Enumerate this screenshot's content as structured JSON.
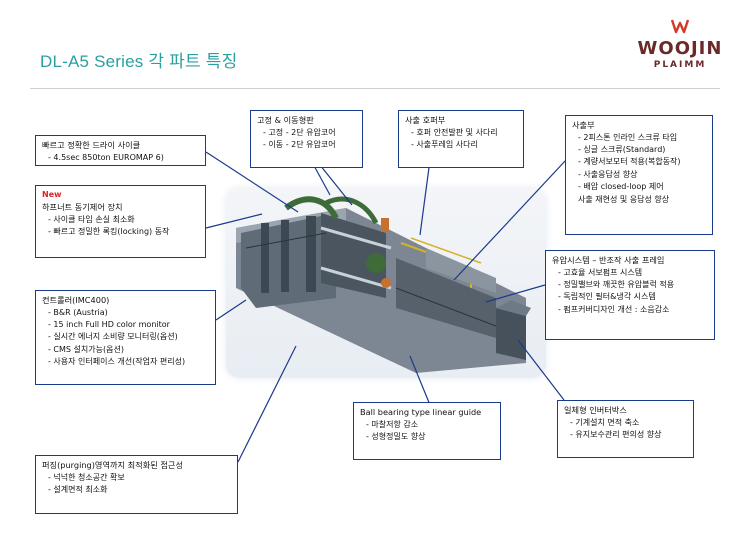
{
  "title": "DL-A5 Series 각 파트 특징",
  "logo": {
    "brand": "WOOJIN",
    "sub": "PLAIMM",
    "brand_color": "#6b2a2a",
    "accent_color": "#d23a2a"
  },
  "colors": {
    "title": "#2a9fa0",
    "border": "#1a3a8a",
    "new": "#e02020"
  },
  "boxes": {
    "dry_cycle": {
      "head": "빠르고 정확한 드라이 사이클",
      "items": [
        "- 4.5sec 850ton EUROMAP 6)"
      ]
    },
    "toggle": {
      "new": "New",
      "head": "하프너트 동기제어 장치",
      "items": [
        "- 사이클 타임 손실 최소화",
        "- 빠르고 정밀한 록킹(locking) 동작"
      ]
    },
    "controller": {
      "head": "컨트롤러(IMC400)",
      "items": [
        "- B&R (Austria)",
        "- 15 inch Full HD color monitor",
        "- 실시간 에너지 소비량 모니터링(옵션)",
        "- CMS 설치가능(옵션)",
        "- 사용자 인터페이스 개선(작업자 편리성)"
      ]
    },
    "platen": {
      "head": "고정 & 이동형판",
      "items": [
        "- 고정 - 2단 유압코어",
        "- 이동 - 2단 유압코어"
      ]
    },
    "hopper": {
      "head": "사출 호퍼부",
      "items": [
        "- 호퍼 안전발판 및 사다리",
        "- 사출푸레임 사다리"
      ]
    },
    "injection": {
      "head": "사출부",
      "items": [
        "- 2피스톤 인라인 스크류 타입",
        "- 싱글 스크류(Standard)",
        "- 계량서보모터 적용(복합동작)",
        "- 사출응답성 향상",
        "- 배압 closed-loop 제어",
        "  사출 재현성 및 응답성 향상"
      ]
    },
    "hydraulic": {
      "head": "유압시스템 – 반조작 사출 프레임",
      "items": [
        "- 고효율 서보펌프 시스템",
        "- 정밀밸브와 깨끗한 유압블럭 적용",
        "- 독립적인 필터&냉각 시스템",
        "- 펌프커버디자인 개선 : 소음감소"
      ]
    },
    "linear": {
      "head": "Ball bearing type linear guide",
      "items": [
        "- 마찰저항 감소",
        "- 성형정밀도 향상"
      ]
    },
    "inverter": {
      "head": "일체형 인버터박스",
      "items": [
        "- 기계설치 면적 축소",
        "- 유지보수관리 편의성 향상"
      ]
    },
    "purging": {
      "head": "퍼징(purging)영역까지 최적화된 접근성",
      "items": [
        "- 넉넉한 청소공간 확보",
        "- 설계면적 최소화"
      ]
    }
  }
}
